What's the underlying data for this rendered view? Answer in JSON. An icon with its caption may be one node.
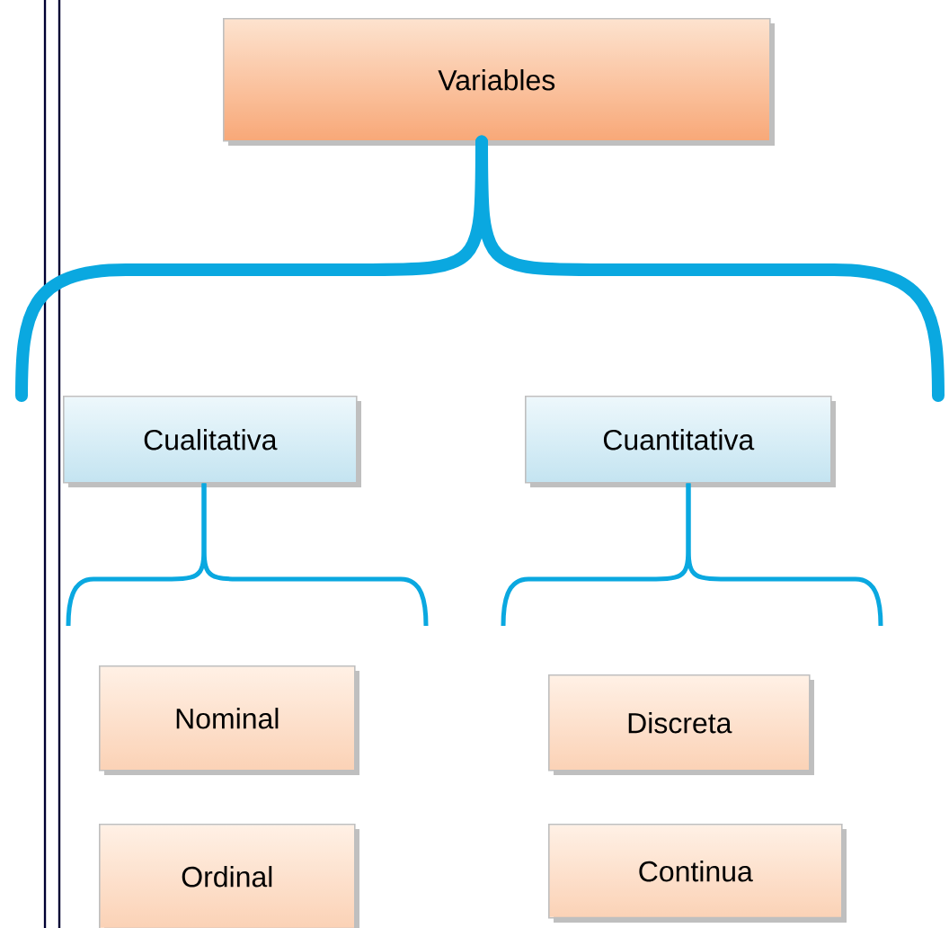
{
  "diagram": {
    "nodes": [
      {
        "text": [
          "Variables"
        ]
      },
      {
        "text": [
          "Cualitativa"
        ]
      },
      {
        "text": [
          "Cuantitativa"
        ]
      },
      {
        "text": [
          "Nominal"
        ]
      },
      {
        "text": [
          "Ordinal"
        ]
      },
      {
        "text": [
          "Discreta"
        ]
      },
      {
        "text": [
          "Continua"
        ]
      }
    ],
    "edges": [
      {
        "from": 0,
        "to": 1,
        "arrow": "none",
        "style": "thick"
      },
      {
        "from": 0,
        "to": 2,
        "arrow": "none",
        "style": "thick"
      },
      {
        "from": 1,
        "to": null,
        "arrow": "none"
      },
      {
        "from": 1,
        "to": null,
        "arrow": "none"
      },
      {
        "from": 2,
        "to": null,
        "arrow": "none"
      },
      {
        "from": 2,
        "to": null,
        "arrow": "none"
      }
    ]
  }
}
